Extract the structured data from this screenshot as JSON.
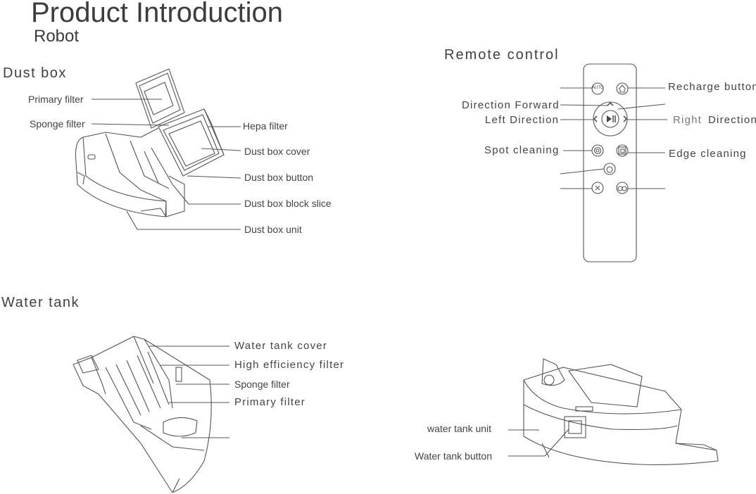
{
  "header": {
    "title": "Product Introduction",
    "subtitle": "Robot"
  },
  "dust_box": {
    "section_title": "Dust box",
    "labels": {
      "primary_filter": "Primary filter",
      "sponge_filter": "Sponge filter",
      "hepa_filter": "Hepa filter",
      "cover": "Dust box cover",
      "button": "Dust box button",
      "block_slice": "Dust box block slice",
      "unit": "Dust box unit"
    }
  },
  "remote_control": {
    "section_title": "Remote control",
    "labels": {
      "recharge": "Recharge button",
      "forward": "Direction Forward",
      "left": "Left Direction",
      "right_word": "Right",
      "right_direction": "Direction",
      "spot": "Spot cleaning",
      "edge": "Edge cleaning"
    },
    "buttons": {
      "auto": "AUTO"
    }
  },
  "water_tank": {
    "section_title": "Water tank",
    "labels": {
      "cover": "Water tank cover",
      "high_efficiency": "High efficiency  filter",
      "sponge_filter": "Sponge filter",
      "primary_filter": "Primary filter",
      "unit": "water tank  unit",
      "button": "Water tank button"
    }
  }
}
